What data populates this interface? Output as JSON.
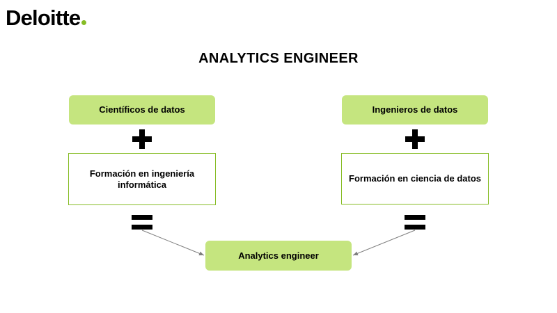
{
  "logo": {
    "text": "Deloitte",
    "dot_color": "#86bc25"
  },
  "title": "ANALYTICS ENGINEER",
  "left": {
    "top_box": "Científicos de datos",
    "bottom_box": "Formación en ingeniería informática"
  },
  "right": {
    "top_box": "Ingenieros de datos",
    "bottom_box": "Formación en ciencia de datos"
  },
  "result": "Analytics engineer",
  "colors": {
    "fill_green": "#c5e57f",
    "outline_green": "#86bc25",
    "arrow": "#7f7f7f"
  }
}
